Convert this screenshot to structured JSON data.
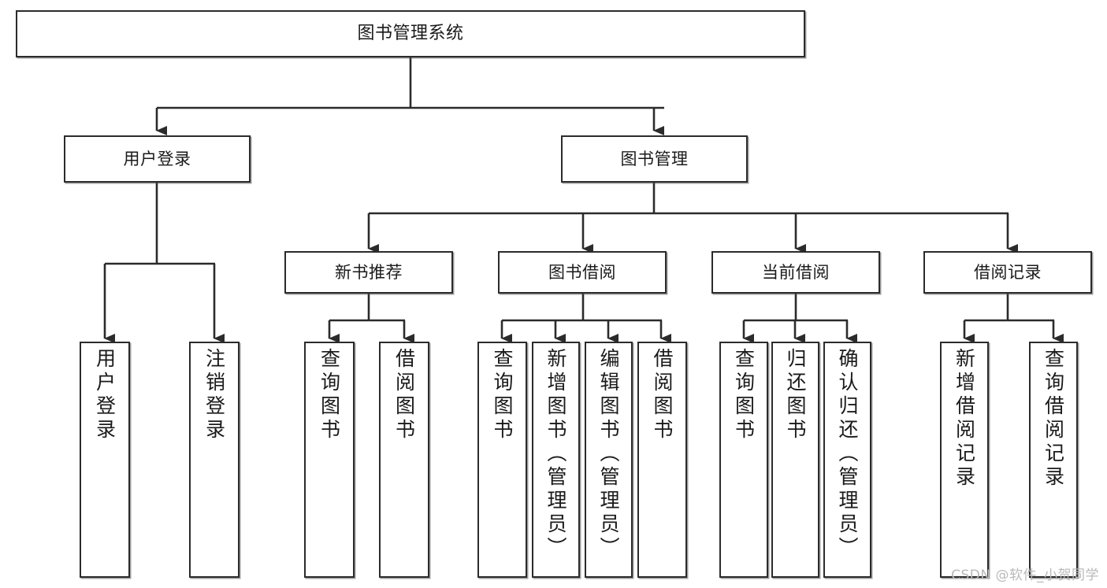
{
  "diagram": {
    "title": "图书管理系统",
    "type": "tree-hierarchy",
    "root": {
      "id": "root",
      "label": "图书管理系统"
    },
    "level2": [
      {
        "id": "user-login",
        "label": "用户登录"
      },
      {
        "id": "book-manage",
        "label": "图书管理"
      }
    ],
    "level3": [
      {
        "id": "new-book-rec",
        "label": "新书推荐",
        "parent": "book-manage"
      },
      {
        "id": "book-borrow",
        "label": "图书借阅",
        "parent": "book-manage"
      },
      {
        "id": "current-borrow",
        "label": "当前借阅",
        "parent": "book-manage"
      },
      {
        "id": "borrow-record",
        "label": "借阅记录",
        "parent": "book-manage"
      }
    ],
    "leaves": [
      {
        "id": "leaf-user-login",
        "label": "用户登录",
        "parent": "user-login"
      },
      {
        "id": "leaf-logout",
        "label": "注销登录",
        "parent": "user-login"
      },
      {
        "id": "leaf-query-book-1",
        "label": "查询图书",
        "parent": "new-book-rec"
      },
      {
        "id": "leaf-borrow-book-1",
        "label": "借阅图书",
        "parent": "new-book-rec"
      },
      {
        "id": "leaf-query-book-2",
        "label": "查询图书",
        "parent": "book-borrow"
      },
      {
        "id": "leaf-add-book",
        "label": "新增图书（管理员）",
        "parent": "book-borrow"
      },
      {
        "id": "leaf-edit-book",
        "label": "编辑图书（管理员）",
        "parent": "book-borrow"
      },
      {
        "id": "leaf-borrow-book-2",
        "label": "借阅图书",
        "parent": "book-borrow"
      },
      {
        "id": "leaf-query-book-3",
        "label": "查询图书",
        "parent": "current-borrow"
      },
      {
        "id": "leaf-return-book",
        "label": "归还图书",
        "parent": "current-borrow"
      },
      {
        "id": "leaf-confirm-return",
        "label": "确认归还（管理员）",
        "parent": "current-borrow"
      },
      {
        "id": "leaf-add-record",
        "label": "新增借阅记录",
        "parent": "borrow-record"
      },
      {
        "id": "leaf-query-record",
        "label": "查询借阅记录",
        "parent": "borrow-record"
      }
    ],
    "colors": {
      "stroke": "#2b2b2b",
      "fill": "#ffffff",
      "text": "#1a1a1a",
      "watermark": "#b9b9b9"
    }
  },
  "watermark": {
    "text": "CSDN @软件_小贺同学"
  }
}
